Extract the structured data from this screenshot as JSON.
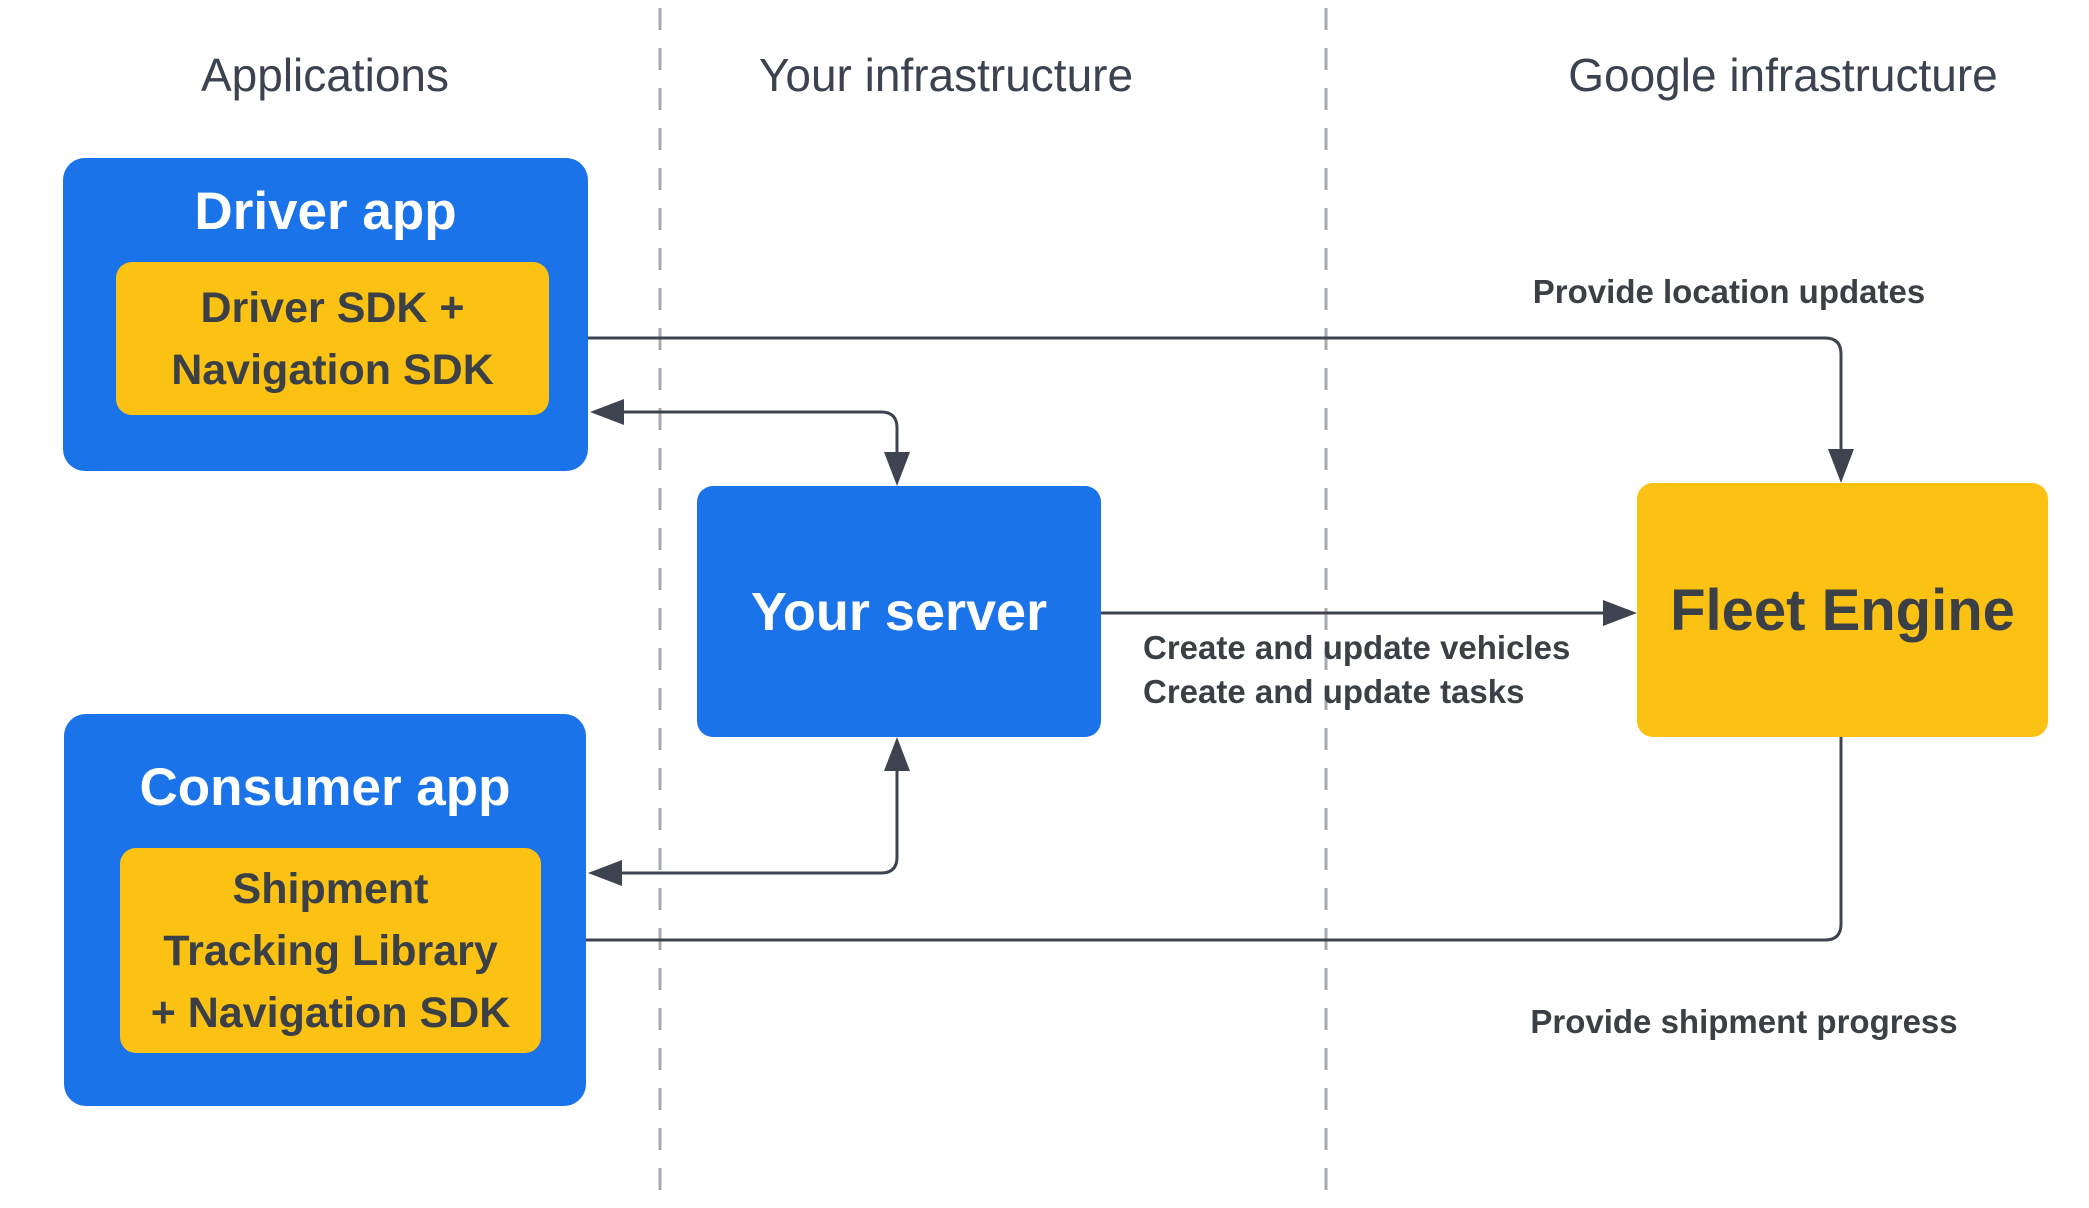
{
  "diagram": {
    "columns": [
      {
        "label": "Applications"
      },
      {
        "label": "Your infrastructure"
      },
      {
        "label": "Google infrastructure"
      }
    ],
    "nodes": {
      "driver_app": {
        "title": "Driver app",
        "sdk_lines": [
          "Driver SDK +",
          "Navigation SDK"
        ]
      },
      "consumer_app": {
        "title": "Consumer app",
        "sdk_lines": [
          "Shipment",
          "Tracking Library",
          "+ Navigation SDK"
        ]
      },
      "your_server": {
        "title": "Your server"
      },
      "fleet_engine": {
        "title": "Fleet Engine"
      }
    },
    "edge_labels": {
      "location_updates": "Provide location updates",
      "create_update_lines": [
        "Create and update vehicles",
        "Create and update tasks"
      ],
      "shipment_progress": "Provide shipment progress"
    },
    "colors": {
      "blue": "#1a73e8",
      "yellow": "#fcc213",
      "arrow": "#3d4450",
      "heading_text": "#3c4350",
      "dark_text": "#3b4046",
      "dashed_line": "#a6abb2",
      "background": "#ffffff",
      "white_text": "#ffffff"
    }
  }
}
